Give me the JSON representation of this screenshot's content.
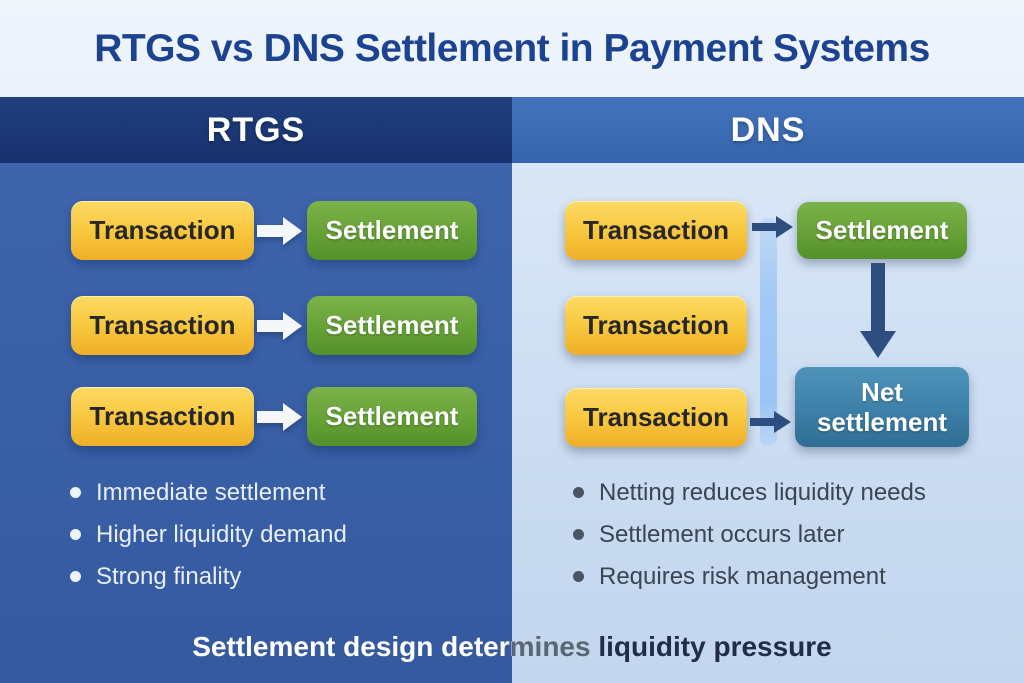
{
  "title": "RTGS vs DNS Settlement in Payment Systems",
  "rtgs": {
    "header": "RTGS",
    "rows": [
      {
        "transaction": "Transaction",
        "settlement": "Settlement"
      },
      {
        "transaction": "Transaction",
        "settlement": "Settlement"
      },
      {
        "transaction": "Transaction",
        "settlement": "Settlement"
      }
    ],
    "bullets": [
      "Immediate settlement",
      "Higher liquidity demand",
      "Strong finality"
    ]
  },
  "dns": {
    "header": "DNS",
    "transactions": [
      "Transaction",
      "Transaction",
      "Transaction"
    ],
    "settlement": "Settlement",
    "net_settlement_lines": [
      "Net",
      "settlement"
    ],
    "bullets": [
      "Netting reduces liquidity needs",
      "Settlement occurs later",
      "Requires risk management"
    ]
  },
  "footer": {
    "normal_part": "Settlement design determines",
    "bold_part": "liquidity pressure"
  },
  "colors": {
    "title_text": "#1c4391",
    "rtgs_header_bg": "#1a366f",
    "rtgs_body_bg": "#3a61a8",
    "dns_header_bg": "#3c6cb5",
    "dns_body_bg": "#cfdff3",
    "transaction_box": "#f6c23d",
    "settlement_box": "#66a137",
    "net_settlement_box": "#3d80a8",
    "navy_arrow": "#2e4e80",
    "white_arrow": "#f5f7fa",
    "rtgs_bullet_text": "#e9eef7",
    "dns_bullet_text": "#3b4452",
    "footer_gray": "#5b6674",
    "footer_dark": "#202c49"
  }
}
